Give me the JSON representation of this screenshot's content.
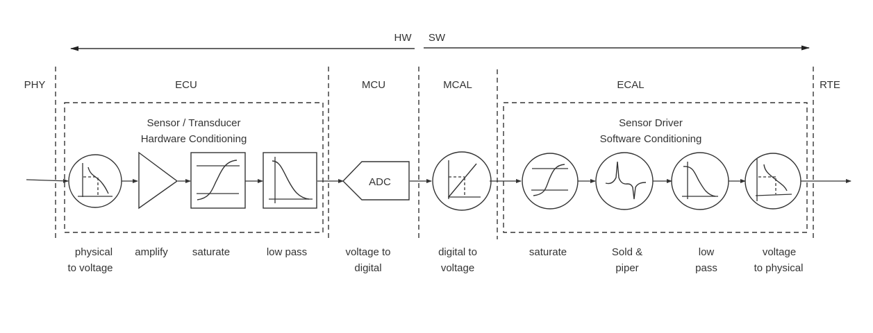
{
  "domain_arrow": {
    "hw_label": "HW",
    "sw_label": "SW"
  },
  "layers": [
    {
      "id": "phy",
      "label": "PHY"
    },
    {
      "id": "ecu",
      "label": "ECU"
    },
    {
      "id": "mcu",
      "label": "MCU"
    },
    {
      "id": "mcal",
      "label": "MCAL"
    },
    {
      "id": "ecal",
      "label": "ECAL"
    },
    {
      "id": "rte",
      "label": "RTE"
    }
  ],
  "groups": [
    {
      "id": "hw-conditioning",
      "title_line1": "Sensor / Transducer",
      "title_line2": "Hardware Conditioning"
    },
    {
      "id": "sw-conditioning",
      "title_line1": "Sensor Driver",
      "title_line2": "Software Conditioning"
    }
  ],
  "blocks": [
    {
      "id": "phys-to-volt",
      "shape": "circle",
      "icon": "inverse-curve-with-marker-icon",
      "caption_line1": "physical",
      "caption_line2": "to voltage"
    },
    {
      "id": "amplify",
      "shape": "triangle",
      "icon": "amplifier-icon",
      "caption_line1": "amplify",
      "caption_line2": ""
    },
    {
      "id": "hw-saturate",
      "shape": "square",
      "icon": "saturation-curve-icon",
      "caption_line1": "saturate",
      "caption_line2": ""
    },
    {
      "id": "hw-lowpass",
      "shape": "square",
      "icon": "lowpass-curve-icon",
      "caption_line1": "low pass",
      "caption_line2": ""
    },
    {
      "id": "adc",
      "shape": "pentagon",
      "label": "ADC",
      "caption_line1": "voltage to",
      "caption_line2": "digital"
    },
    {
      "id": "dig-to-volt",
      "shape": "circle",
      "icon": "linear-curve-with-marker-icon",
      "caption_line1": "digital to",
      "caption_line2": "voltage"
    },
    {
      "id": "sw-saturate",
      "shape": "circle",
      "icon": "saturation-curve-icon",
      "caption_line1": "saturate",
      "caption_line2": ""
    },
    {
      "id": "sold-piper",
      "shape": "circle",
      "icon": "spike-signal-icon",
      "caption_line1": "Sold &",
      "caption_line2": "piper"
    },
    {
      "id": "sw-lowpass",
      "shape": "circle",
      "icon": "lowpass-curve-icon",
      "caption_line1": "low",
      "caption_line2": "pass"
    },
    {
      "id": "volt-to-phys",
      "shape": "circle",
      "icon": "inverse-curve-with-marker-icon",
      "caption_line1": "voltage",
      "caption_line2": "to physical"
    }
  ]
}
